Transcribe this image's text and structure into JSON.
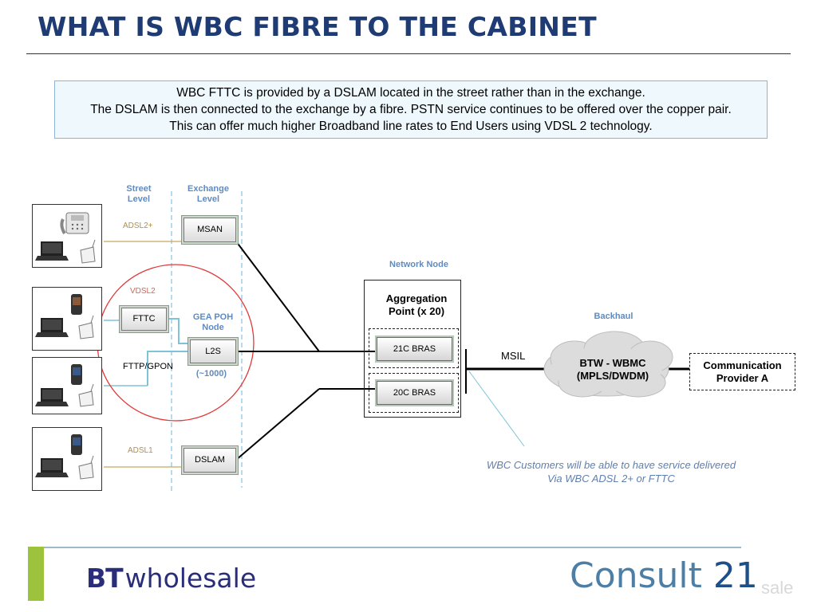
{
  "slide": {
    "title": "WHAT IS WBC FIBRE TO THE CABINET",
    "info_lines": [
      "WBC FTTC is provided by a DSLAM located in the street rather than in the exchange.",
      "The DSLAM is then connected to the exchange by a fibre. PSTN service continues to be offered over the copper pair.",
      "This can offer much higher Broadband line rates to End Users using VDSL 2  technology."
    ]
  },
  "diagram": {
    "street_level": [
      "Street",
      "Level"
    ],
    "exchange_level": [
      "Exchange",
      "Level"
    ],
    "adsl2plus": "ADSL2+",
    "vdsl2": "VDSL2",
    "adsl1": "ADSL1",
    "fttp_gpon": "FTTP/GPON",
    "gea_poh": [
      "GEA POH",
      "Node"
    ],
    "l2s_count": "(~1000)",
    "msan": "MSAN",
    "fttc": "FTTC",
    "l2s": "L2S",
    "dslam": "DSLAM",
    "network_node": "Network Node",
    "aggregation": [
      "Aggregation",
      "Point (x 20)"
    ],
    "bras_21c": "21C BRAS",
    "bras_20c": "20C BRAS",
    "msil": "MSIL",
    "backhaul": "Backhaul",
    "btw_wbmc": [
      "BTW - WBMC",
      "(MPLS/DWDM)"
    ],
    "communication_provider": [
      "Communication",
      "Provider A"
    ],
    "caption": [
      "WBC Customers will be able to have service delivered",
      "Via WBC ADSL 2+ or  FTTC"
    ]
  },
  "footer": {
    "bt_mark": "BT",
    "bt_word": "wholesale",
    "consult_word": "Consult",
    "consult_num": "21",
    "ghost_text": "sale"
  },
  "colors": {
    "title": "#1f3b73",
    "label_blue": "#5f8bc0",
    "footer_green": "#9cc33b",
    "circle_red": "#e03a3a"
  }
}
